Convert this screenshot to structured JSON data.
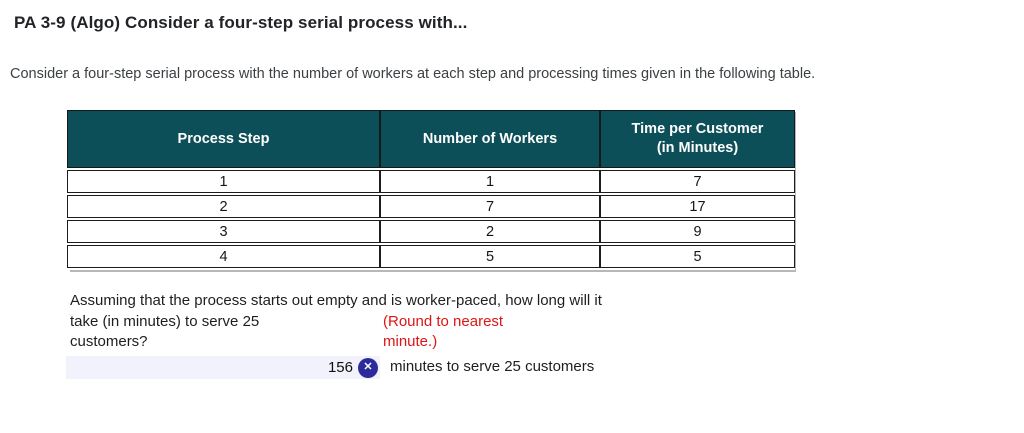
{
  "page": {
    "title": "PA 3-9 (Algo) Consider a four-step serial process with...",
    "intro": "Consider a four-step serial process with the number of workers at each step and processing times given in the following table."
  },
  "table": {
    "headers": [
      "Process Step",
      "Number of Workers",
      "Time per Customer (in Minutes)"
    ],
    "rows": [
      [
        "1",
        "1",
        "7"
      ],
      [
        "2",
        "7",
        "17"
      ],
      [
        "3",
        "2",
        "9"
      ],
      [
        "4",
        "5",
        "5"
      ]
    ],
    "header_bg_color": "#0d4f58",
    "header_text_color": "#ffffff"
  },
  "question": {
    "line1": "Assuming that the process starts out empty and is worker-paced, how long will it",
    "line2": "take (in minutes) to serve 25",
    "line3": "customers?",
    "note_line1": "(Round to nearest",
    "note_line2": "minute.)",
    "note_color": "#e01414"
  },
  "answer": {
    "value": "156",
    "suffix": "minutes to serve 25 customers",
    "status": "incorrect",
    "icon_glyph": "✕",
    "icon_bg_color": "#2b2b9c",
    "field_bg_color": "#f1f2fc"
  }
}
